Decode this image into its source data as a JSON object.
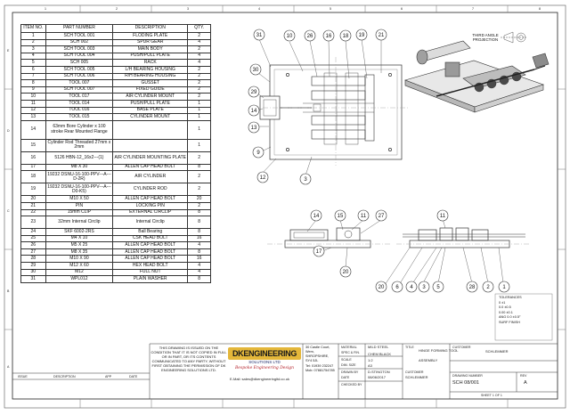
{
  "bom": {
    "headers": [
      "ITEM NO.",
      "PART NUMBER",
      "DESCRIPTION",
      "QTY."
    ],
    "rows": [
      [
        "1",
        "SCH TOOL 001",
        "FLODING PLATE",
        "2"
      ],
      [
        "2",
        "SCH 002",
        "SPUR GEAR",
        "4"
      ],
      [
        "3",
        "SCH TOOL 003",
        "MAIN BODY",
        "2"
      ],
      [
        "4",
        "SCH TOOL 004",
        "PUSH/PULL PLATE",
        "4"
      ],
      [
        "5",
        "SCH 005",
        "RACK",
        "4"
      ],
      [
        "6",
        "SCH TOOL 005",
        "L/H BEARING HOUSING",
        "2"
      ],
      [
        "7",
        "SCH TOOL 006",
        "R/H BEARING HOUSING",
        "2"
      ],
      [
        "8",
        "TOOL 007",
        "GUSSET",
        "2"
      ],
      [
        "9",
        "SCH TOOL 007",
        "FIXED GUIDE",
        "2"
      ],
      [
        "10",
        "TOOL 017",
        "AIR CYLINDER MOUNT",
        "2"
      ],
      [
        "11",
        "TOOL 014",
        "PUSH/PULL PLATE",
        "1"
      ],
      [
        "12",
        "TOOL 016",
        "BASE PLATE",
        "1"
      ],
      [
        "13",
        "TOOL 015",
        "CYLINDER MOUNT",
        "1"
      ],
      [
        "14",
        "63mm Bore Cylinder x 100 stroke Rear Mounted Flange",
        "",
        "1"
      ],
      [
        "15",
        "Cylinder Rod Threaded 27mm x 2mm",
        "",
        "1"
      ],
      [
        "16",
        "5126 HBN-12_16x2---(1)",
        "AIR CYLINDER MOUNTING PLATE",
        "2"
      ],
      [
        "17",
        "M8 X 30",
        "ALLEN CAP HEAD BOLT",
        "8"
      ],
      [
        "18",
        "19232 DSNU-16-100-PPV---A---D-2R)",
        "AIR CYLINDER",
        "2"
      ],
      [
        "19",
        "19232 DSNU-16-100-PPV---A---D0-K5)",
        "CYLINDER ROD",
        "2"
      ],
      [
        "20",
        "M10 X 50",
        "ALLEN CAP HEAD BOLT",
        "20"
      ],
      [
        "21",
        "PIN",
        "LOCKING PIN",
        "2"
      ],
      [
        "22",
        "15mm CLIP",
        "EXTERNAL CIRCLIP",
        "8"
      ],
      [
        "23",
        "32mm Internal Circlip",
        "Internal Circlip",
        "8"
      ],
      [
        "24",
        "SKF 6002-2RS",
        "Ball Bearing",
        "8"
      ],
      [
        "25",
        "M4 X 10",
        "CSK HEAD BOLT",
        "16"
      ],
      [
        "26",
        "M5 X 25",
        "ALLEN CAP HEAD BOLT",
        "4"
      ],
      [
        "27",
        "M8 X 35",
        "ALLEN CAP HEAD BOLT",
        "8"
      ],
      [
        "28",
        "M10 X 90",
        "ALLEN CAP HEAD BOLT",
        "16"
      ],
      [
        "29",
        "M12 X 60",
        "HEX HEAD BOLT",
        "4"
      ],
      [
        "30",
        "M12",
        "FULL NUT",
        "4"
      ],
      [
        "31",
        "WPL012",
        "PLAIN WASHER",
        "8"
      ]
    ]
  },
  "projection": {
    "line1": "THIRD ANGLE",
    "line2": "PROJECTION"
  },
  "top_view_callouts": [
    "31",
    "10",
    "26",
    "16",
    "18",
    "19",
    "21",
    "30",
    "29",
    "14",
    "13",
    "9",
    "12",
    "3"
  ],
  "front_view_callouts": [
    "14",
    "15",
    "11",
    "27",
    "17",
    "20",
    "11",
    "20",
    "6",
    "4",
    "3",
    "5",
    "28",
    "2",
    "1"
  ],
  "notice": "THIS DRAWING IS ISSUED ON THE CONDITION THAT IT IS NOT COPIED IN FULL OR IN PART, OR ITS CONTENTS COMMUNICATED TO ANY PARTY, WITHOUT FIRST OBTAINING THE PERMISSION OF DK ENGINEERING SOLUTIONS LTD.",
  "logo": {
    "name": "DKENGINEERING",
    "sub": "SOLUTIONS LTD",
    "tag": "Bespoke Engineering Design",
    "email": "E-Mail: sales@dkengineeringltd.co.uk"
  },
  "address": [
    "30 Castle Court,",
    "Wem,",
    "SHROPSHIRE,",
    "SY4 5JL",
    "Tel: 01939 232247",
    "Mob: 07881754785"
  ],
  "title_block": {
    "material_label": "MATERIAL",
    "material": "MILD STEEL",
    "spec_label": "SPEC & FIN.",
    "finish": "CHEM BLACK",
    "scale_label": "SCALE",
    "scale": "1:2",
    "dim_label": "DIM. SIZE",
    "size": "A3",
    "drawn_label": "DRAWN BY",
    "drawn_by": "D.STINGTON",
    "date_label": "DATE",
    "date": "08/06/2017",
    "checked_label": "CHECKED BY",
    "title_label": "TITLE",
    "title": "HINGE FORMING TOOL",
    "subtitle": "ASSEMBLY",
    "customer_label": "CUSTOMER",
    "customer": "SCHLEMMER",
    "drawing_no_label": "DRAWING NUMBER",
    "drawing_no": "SCH 08/001",
    "rev_label": "REV",
    "rev": "A",
    "sheet": "SHEET 1 OF 1"
  },
  "tolerances": {
    "title": "TOLERANCES",
    "rows": [
      "0   ±1",
      "0.0   ±0.5",
      "0.00   ±0.1",
      "ANG 0.0   ±0.5°"
    ],
    "surface": "SURF FINISH"
  },
  "frame_letters": [
    "E",
    "D",
    "C",
    "B",
    "A"
  ],
  "frame_numbers": [
    "1",
    "2",
    "3",
    "4",
    "5",
    "6",
    "7",
    "8"
  ],
  "revision_labels": [
    "ISSUE",
    "DESCRIPTION",
    "APP",
    "DATE"
  ]
}
